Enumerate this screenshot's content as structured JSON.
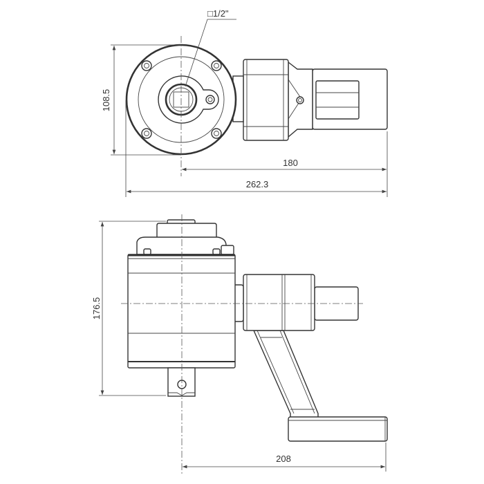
{
  "drawing": {
    "drive_label": "□1/2\"",
    "dimensions": {
      "top_height": "108.5",
      "top_reach": "180",
      "top_overall": "262.3",
      "side_height": "176.5",
      "side_reach": "208"
    }
  }
}
